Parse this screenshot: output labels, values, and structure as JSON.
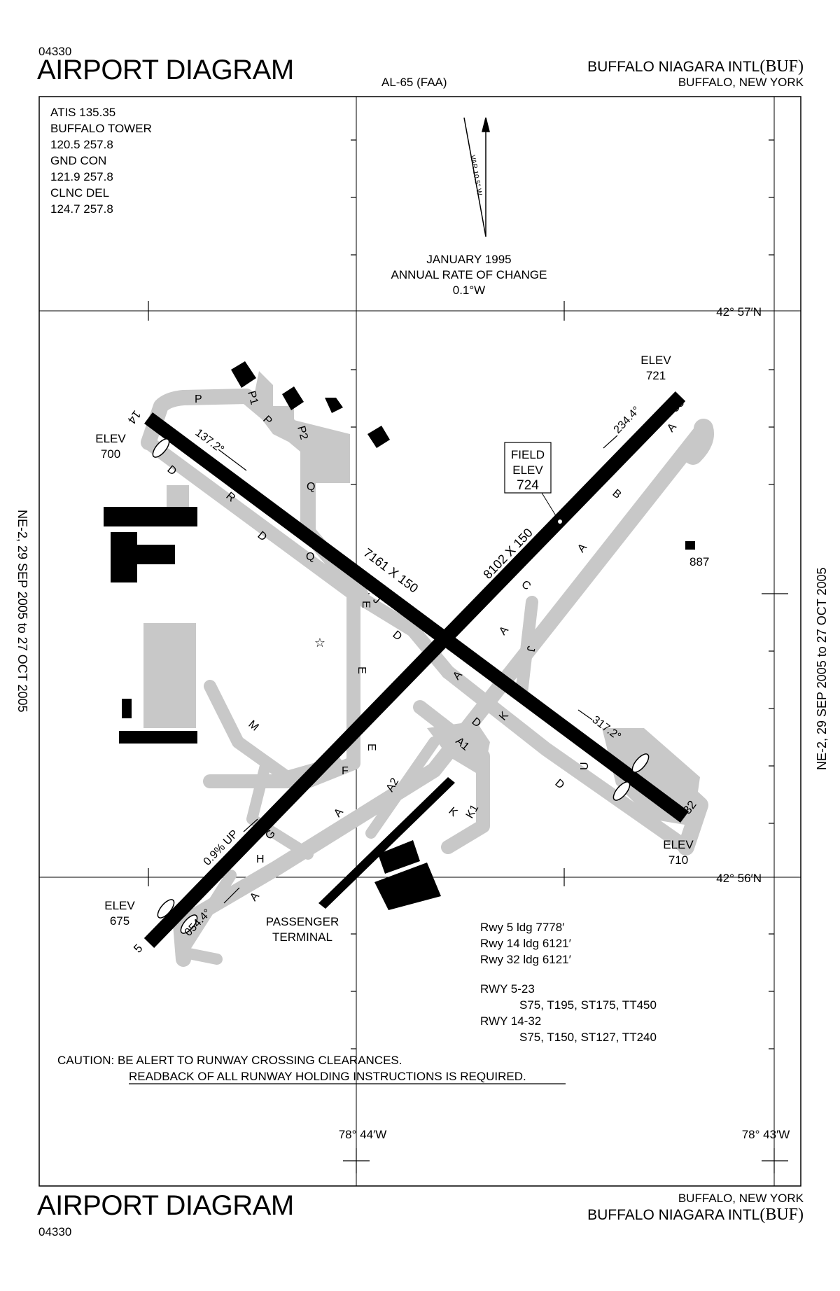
{
  "header": {
    "chart_number": "04330",
    "title": "AIRPORT DIAGRAM",
    "procedure_id": "AL-65 (FAA)",
    "airport_name": "BUFFALO NIAGARA INTL",
    "airport_code": "(BUF)",
    "city": "BUFFALO, NEW YORK"
  },
  "footer": {
    "chart_number": "04330",
    "title": "AIRPORT DIAGRAM",
    "city": "BUFFALO, NEW YORK",
    "airport_name": "BUFFALO NIAGARA INTL",
    "airport_code": "(BUF)"
  },
  "effective_dates": "NE-2, 29 SEP 2005 to 27 OCT 2005",
  "frequencies": [
    "ATIS 135.35",
    "BUFFALO TOWER",
    "120.5  257.8",
    "GND CON",
    "121.9  257.8",
    "CLNC DEL",
    "124.7  257.8"
  ],
  "magnetic": {
    "variation": "VAR 10.5° W",
    "date": "JANUARY 1995",
    "rate_label": "ANNUAL RATE OF CHANGE",
    "rate": "0.1°W"
  },
  "coordinates": {
    "lat_north": "42° 57′N",
    "lat_south": "42° 56′N",
    "lon_west": "78° 44′W",
    "lon_east": "78° 43′W"
  },
  "field_elevation": {
    "label1": "FIELD",
    "label2": "ELEV",
    "value": "724"
  },
  "runways": {
    "r5_23_dims": "8102 X 150",
    "r14_32_dims": "7161 X 150",
    "hdg_14": "137.2°",
    "hdg_32": "317.2°",
    "hdg_23": "234.4°",
    "hdg_5": "054.4°",
    "slope": "0.9% UP",
    "end_14": "14",
    "end_32": "32",
    "end_23": "23",
    "end_5": "5"
  },
  "elevations": {
    "label": "ELEV",
    "e14": "700",
    "e23": "721",
    "e32": "710",
    "e5": "675"
  },
  "obstacle": "887",
  "taxiways": {
    "P": "P",
    "P1": "P1",
    "P2": "P2",
    "Q": "Q",
    "R": "R",
    "D": "D",
    "E": "E",
    "F": "F",
    "M": "M",
    "G": "G",
    "H": "H",
    "A": "A",
    "A1": "A1",
    "A2": "A2",
    "B": "B",
    "C": "C",
    "J": "J",
    "K": "K",
    "K1": "K1",
    "U": "U"
  },
  "terminal_label": [
    "PASSENGER",
    "TERMINAL"
  ],
  "landing_distances": [
    "Rwy 5 ldg 7778′",
    "Rwy 14 ldg 6121′",
    "Rwy 32 ldg 6121′"
  ],
  "strength": [
    "RWY 5-23",
    "S75, T195, ST175, TT450",
    "RWY 14-32",
    "S75, T150, ST127, TT240"
  ],
  "caution": {
    "line1": "CAUTION:  BE ALERT TO RUNWAY CROSSING CLEARANCES.",
    "line2": "READBACK OF ALL RUNWAY HOLDING INSTRUCTIONS IS REQUIRED."
  },
  "colors": {
    "runway": "#000000",
    "taxiway": "#c8c8c8",
    "frame": "#000000"
  }
}
